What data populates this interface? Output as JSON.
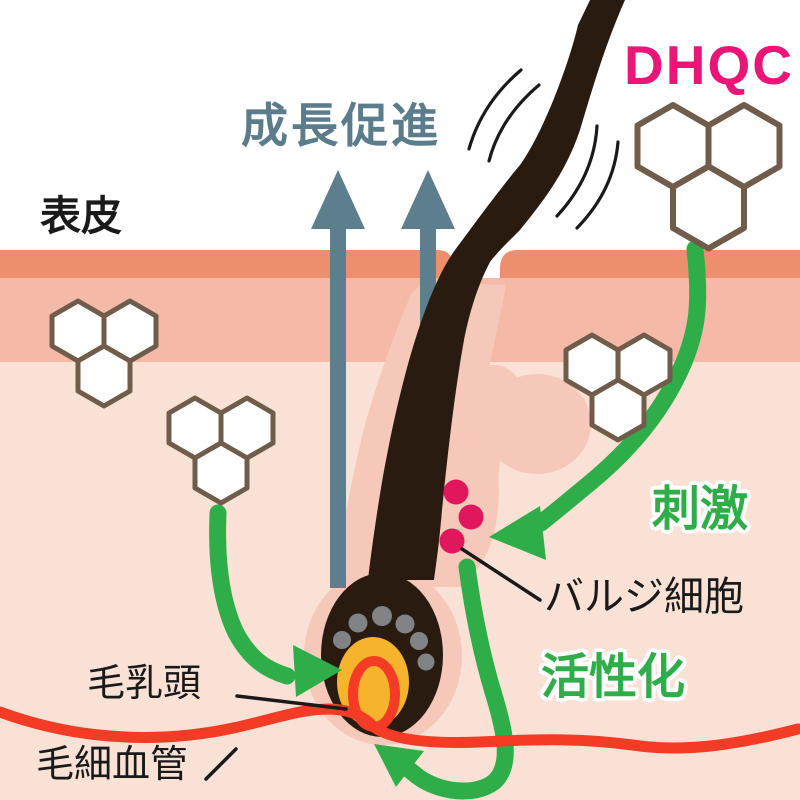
{
  "diagram": {
    "product_label": "DHQC",
    "labels": {
      "growth_promotion": "成長促進",
      "epidermis": "表皮",
      "stimulation": "刺激",
      "bulge_cells": "バルジ細胞",
      "activation": "活性化",
      "hair_papilla": "毛乳頭",
      "capillary": "毛細血管"
    },
    "icons": {
      "molecule_cluster": "three-hexagon-honeycomb",
      "motion_lines": "hair-flick-strokes",
      "growth_arrows": "upward-arrows"
    },
    "colors": {
      "product_pink": "#E91577",
      "growth_arrow_blue_gray": "#5C7E8D",
      "green": "#2FAD49",
      "epidermis_orange": "#EC8F6C",
      "dermis_pink": "#F5B9A8",
      "deep_skin_pink": "#FAE1D5",
      "follicle_pink": "#F5C8B9",
      "hair_dark_brown": "#2A1B11",
      "bulge_cell_magenta": "#E1175E",
      "hair_matrix_yellow": "#F6B42D",
      "capillary_red": "#F43B26",
      "matrix_cell_gray": "#808285",
      "hexagon_outline_brown": "#6F5C4A",
      "label_black": "#1A1A1A"
    },
    "counts": {
      "molecule_clusters": 4,
      "hexagons_per_cluster": 3,
      "bulge_cell_dots": 3,
      "matrix_cell_dots": 6,
      "growth_arrows": 2
    }
  }
}
